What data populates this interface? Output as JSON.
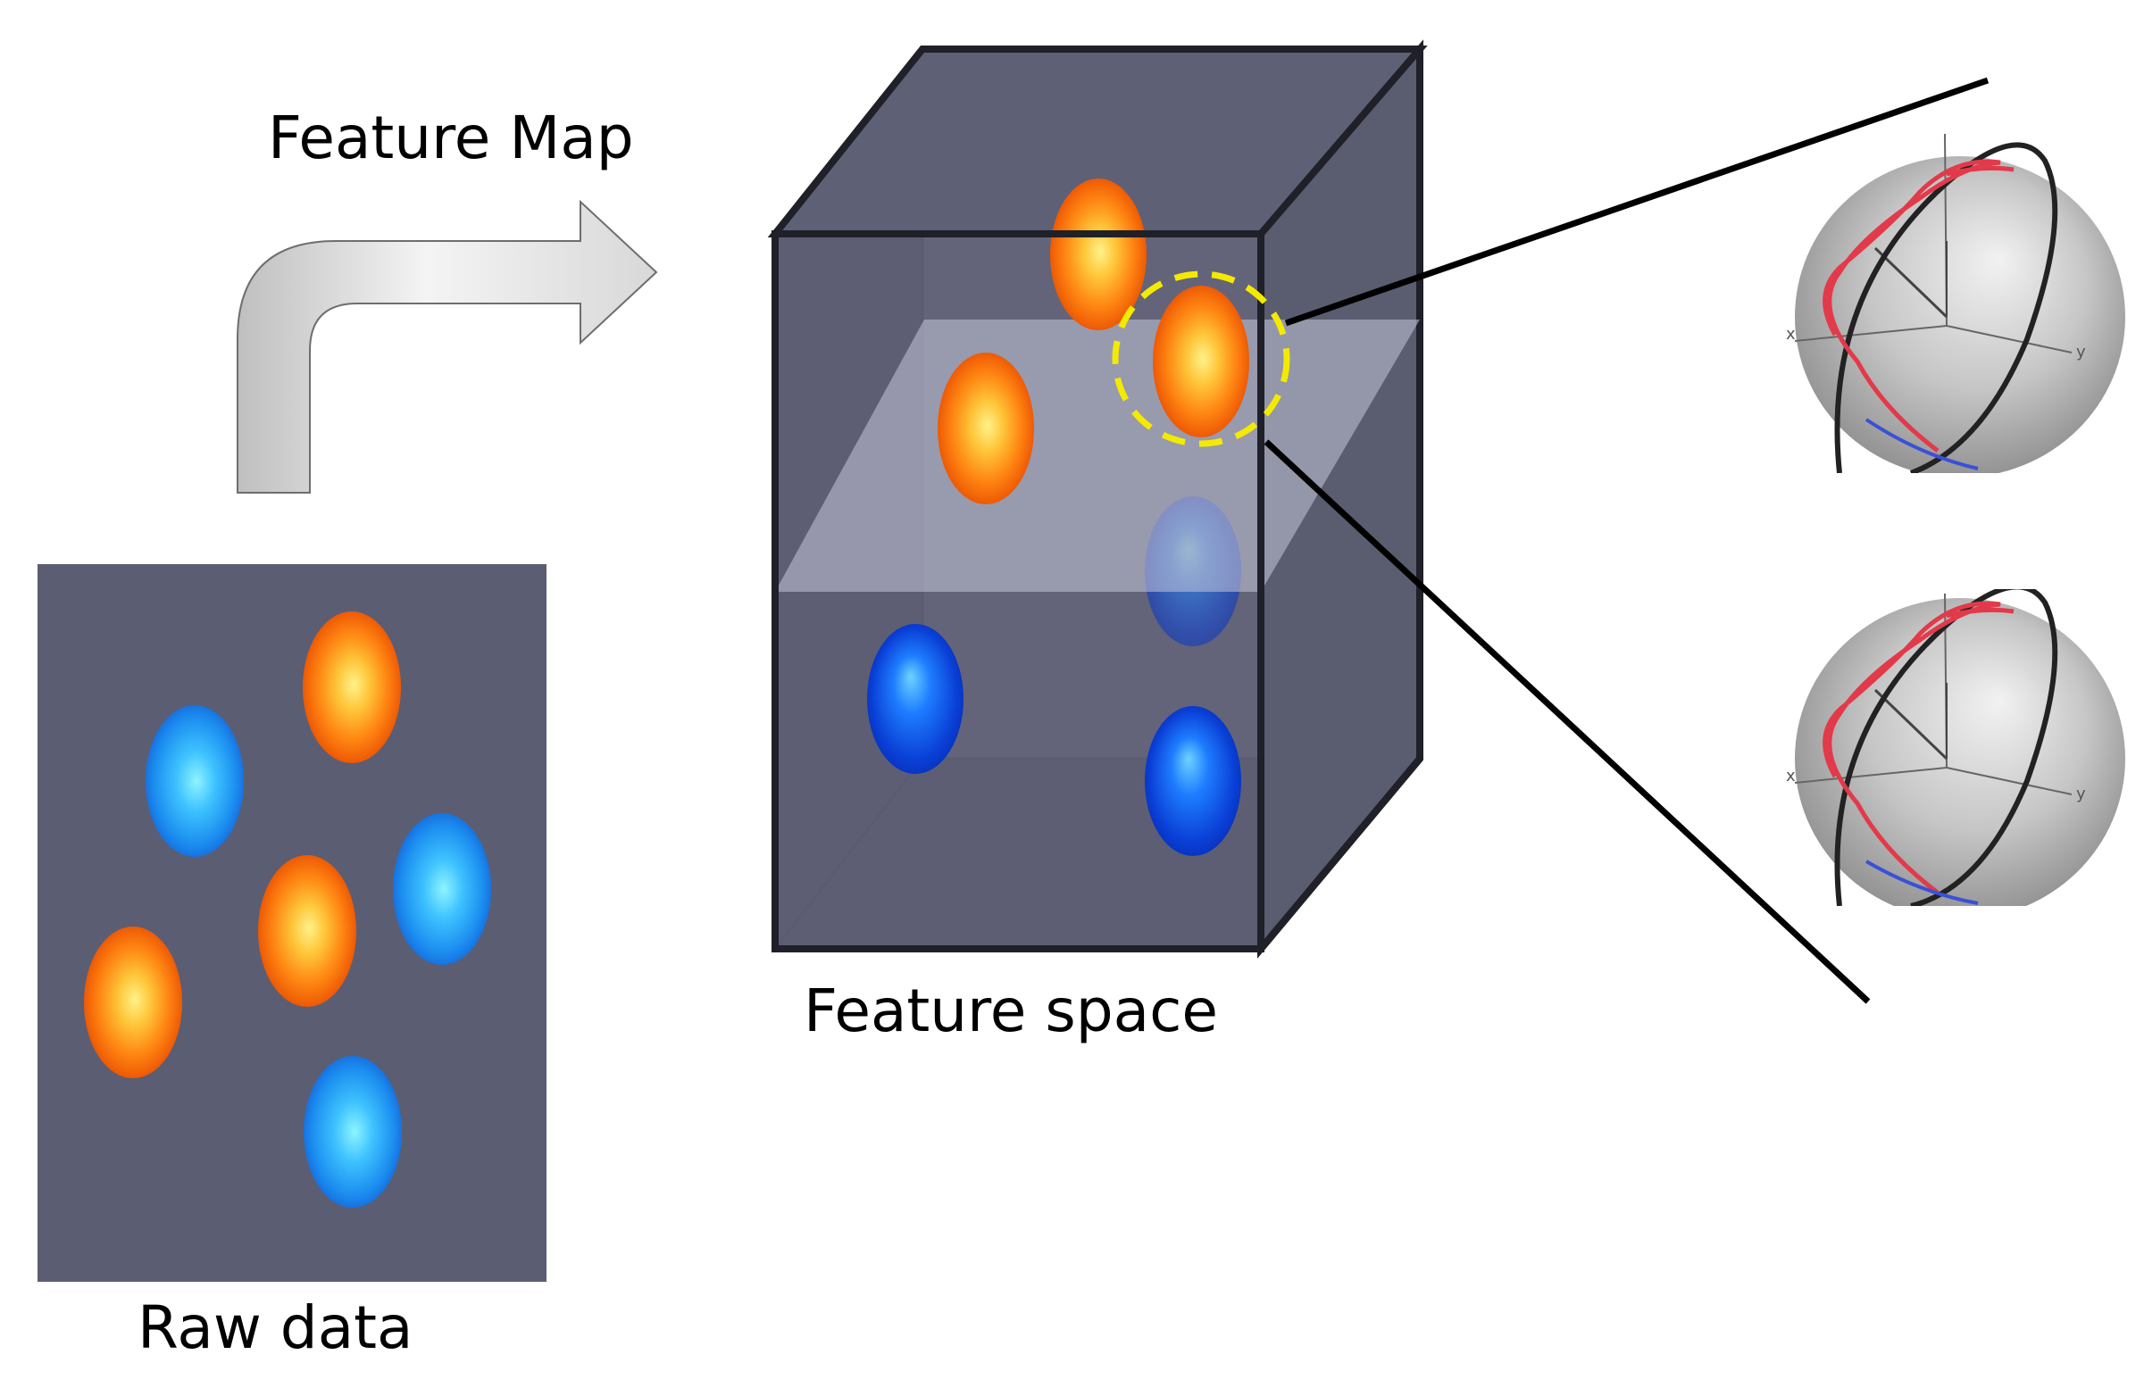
{
  "labels": {
    "feature_map": "Feature Map",
    "feature_space": "Feature space",
    "raw_data": "Raw data"
  },
  "colors": {
    "panel": "#5b5d73",
    "box_face": "#5e6075",
    "box_edge": "#1f2028",
    "plane": "#b9bcd0",
    "orange_class": "#ff6a00",
    "blue_class": "#1a73ff",
    "highlight_ring": "#f4ea00",
    "bloch_red": "#e23a4a",
    "bloch_blue": "#3a50d8"
  },
  "sphere_axis_labels": [
    "x",
    "y"
  ],
  "icons": [
    "curved-arrow-icon",
    "bloch-sphere-icon"
  ]
}
